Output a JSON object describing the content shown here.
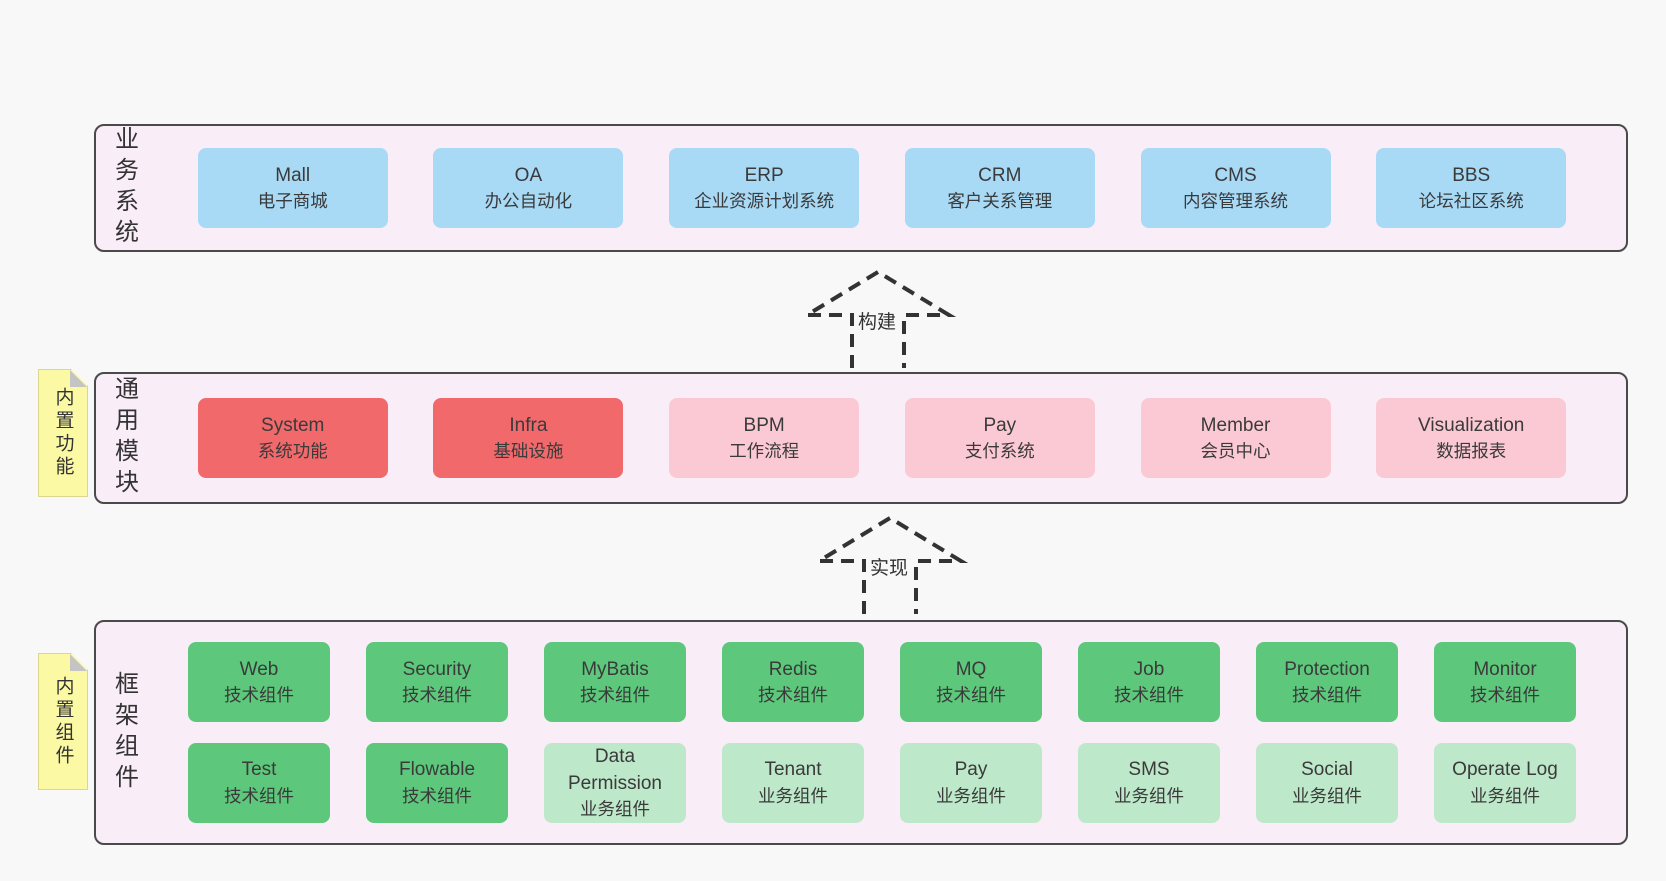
{
  "page": {
    "background": "#f8f8f8"
  },
  "colors": {
    "container_bg": "#f9edf8",
    "container_border": "#4a4a4a",
    "blue": "#a8d9f5",
    "red": "#f1696b",
    "pink": "#fbc9d4",
    "green": "#5dc87c",
    "light_green": "#bee8ca",
    "sticky_yellow": "#fbf9a4",
    "sticky_fold": "#c4c4c4",
    "text": "#3a3a3a"
  },
  "arrows": [
    {
      "label": "构建"
    },
    {
      "label": "实现"
    }
  ],
  "layers": {
    "business": {
      "side_label": "业务系统",
      "boxes": [
        {
          "name": "Mall",
          "desc": "电子商城",
          "variant": "blue"
        },
        {
          "name": "OA",
          "desc": "办公自动化",
          "variant": "blue"
        },
        {
          "name": "ERP",
          "desc": "企业资源计划系统",
          "variant": "blue"
        },
        {
          "name": "CRM",
          "desc": "客户关系管理",
          "variant": "blue"
        },
        {
          "name": "CMS",
          "desc": "内容管理系统",
          "variant": "blue"
        },
        {
          "name": "BBS",
          "desc": "论坛社区系统",
          "variant": "blue"
        }
      ]
    },
    "modules": {
      "side_label": "通用模块",
      "sticky": "内置功能",
      "boxes": [
        {
          "name": "System",
          "desc": "系统功能",
          "variant": "red"
        },
        {
          "name": "Infra",
          "desc": "基础设施",
          "variant": "red"
        },
        {
          "name": "BPM",
          "desc": "工作流程",
          "variant": "pink"
        },
        {
          "name": "Pay",
          "desc": "支付系统",
          "variant": "pink"
        },
        {
          "name": "Member",
          "desc": "会员中心",
          "variant": "pink"
        },
        {
          "name": "Visualization",
          "desc": "数据报表",
          "variant": "pink"
        }
      ]
    },
    "components": {
      "side_label": "框架组件",
      "sticky": "内置组件",
      "row1": [
        {
          "name": "Web",
          "desc": "技术组件",
          "variant": "green"
        },
        {
          "name": "Security",
          "desc": "技术组件",
          "variant": "green"
        },
        {
          "name": "MyBatis",
          "desc": "技术组件",
          "variant": "green"
        },
        {
          "name": "Redis",
          "desc": "技术组件",
          "variant": "green"
        },
        {
          "name": "MQ",
          "desc": "技术组件",
          "variant": "green"
        },
        {
          "name": "Job",
          "desc": "技术组件",
          "variant": "green"
        },
        {
          "name": "Protection",
          "desc": "技术组件",
          "variant": "green"
        },
        {
          "name": "Monitor",
          "desc": "技术组件",
          "variant": "green"
        }
      ],
      "row2": [
        {
          "name": "Test",
          "desc": "技术组件",
          "variant": "green"
        },
        {
          "name": "Flowable",
          "desc": "技术组件",
          "variant": "green"
        },
        {
          "name": "Data Permission",
          "desc": "业务组件",
          "variant": "lightgreen"
        },
        {
          "name": "Tenant",
          "desc": "业务组件",
          "variant": "lightgreen"
        },
        {
          "name": "Pay",
          "desc": "业务组件",
          "variant": "lightgreen"
        },
        {
          "name": "SMS",
          "desc": "业务组件",
          "variant": "lightgreen"
        },
        {
          "name": "Social",
          "desc": "业务组件",
          "variant": "lightgreen"
        },
        {
          "name": "Operate Log",
          "desc": "业务组件",
          "variant": "lightgreen"
        }
      ]
    }
  }
}
